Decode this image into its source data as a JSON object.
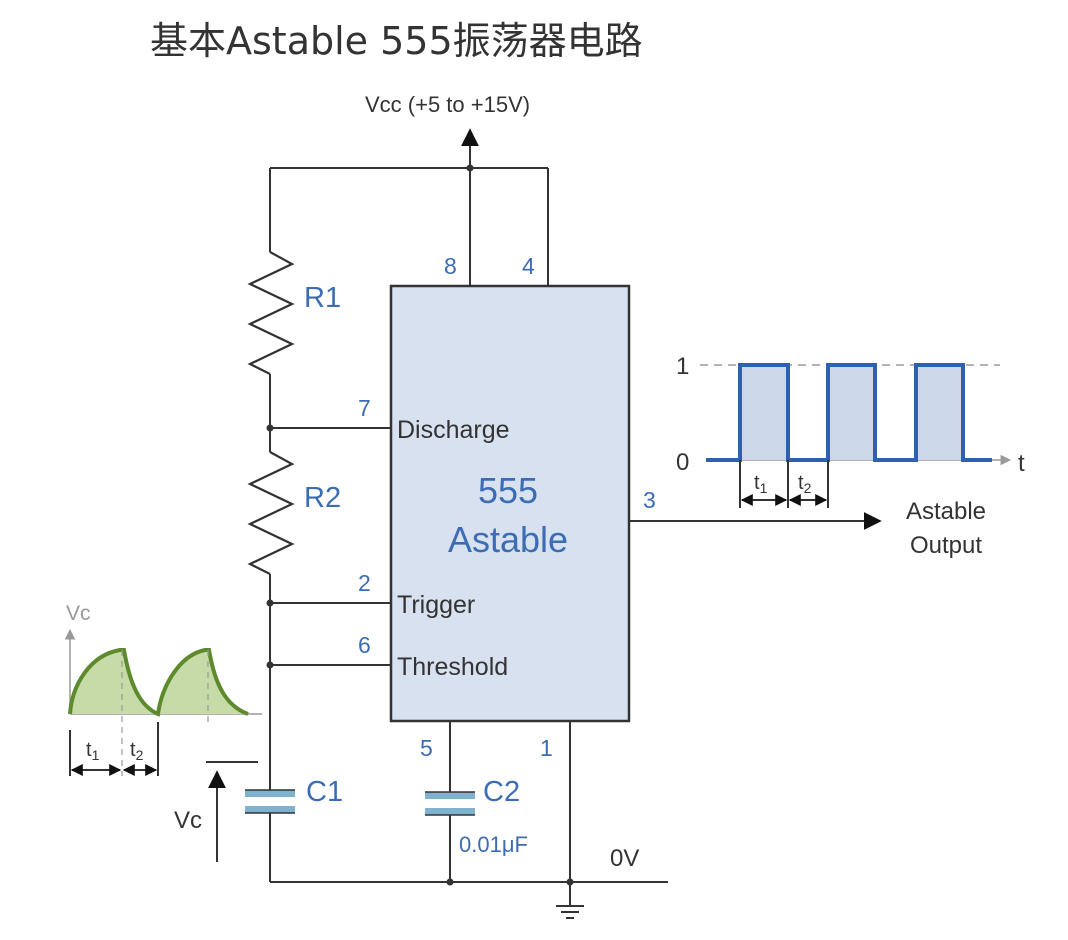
{
  "title": "基本Astable 555振荡器电路",
  "supply_label": "Vcc (+5 to +15V)",
  "ground_label": "0V",
  "chip": {
    "name": "555",
    "mode": "Astable",
    "pins": {
      "vcc": "8",
      "reset": "4",
      "discharge": "7",
      "trigger": "2",
      "threshold": "6",
      "control": "5",
      "ground": "1",
      "output": "3"
    },
    "pin_labels": {
      "discharge": "Discharge",
      "trigger": "Trigger",
      "threshold": "Threshold"
    }
  },
  "components": {
    "r1": "R1",
    "r2": "R2",
    "c1": "C1",
    "c2": "C2",
    "c2_value": "0.01μF"
  },
  "output_label_line1": "Astable",
  "output_label_line2": "Output",
  "output_graph": {
    "level_high": "1",
    "level_low": "0",
    "time_axis": "t",
    "t1_base": "t",
    "t1_sub": "1",
    "t2_base": "t",
    "t2_sub": "2"
  },
  "cap_graph": {
    "axis_label": "Vc",
    "t1_base": "t",
    "t1_sub": "1",
    "t2_base": "t",
    "t2_sub": "2"
  },
  "vc_arrow_label": "Vc",
  "colors": {
    "chip_fill": "#d8e1ef",
    "pin_blue": "#3c6cb4",
    "wave_blue": "#2e62b0",
    "pulse_fill": "#cdd8ea",
    "cap_green": "#5e8a2e",
    "cap_fill": "#c6dba8",
    "capacitor_plate": "#7fb2cf"
  }
}
